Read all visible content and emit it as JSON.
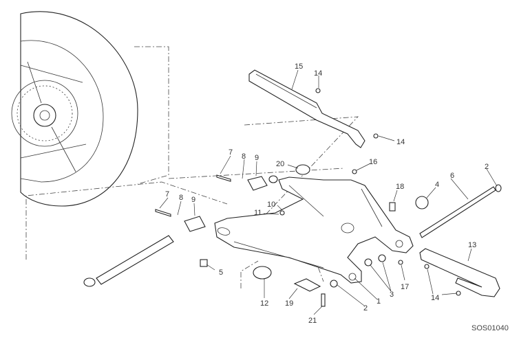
{
  "diagram": {
    "drawing_code": "SOS01040",
    "callouts": [
      "15",
      "14",
      "14",
      "7",
      "8",
      "9",
      "20",
      "16",
      "2",
      "6",
      "18",
      "4",
      "7",
      "8",
      "9",
      "10",
      "11",
      "13",
      "5",
      "12",
      "19",
      "2",
      "1",
      "3",
      "17",
      "14",
      "21"
    ]
  }
}
